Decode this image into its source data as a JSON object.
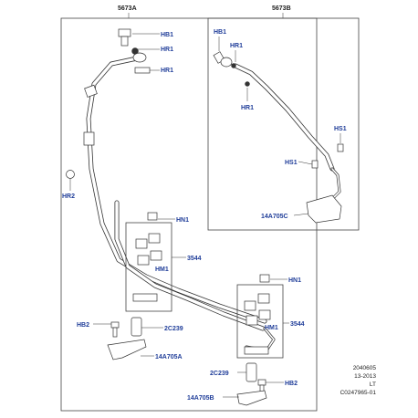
{
  "assemblies": [
    {
      "id": "main",
      "label": "5673A"
    },
    {
      "id": "inset",
      "label": "5673B"
    }
  ],
  "callouts": {
    "main_hb1": "HB1",
    "main_hr1_a": "HR1",
    "main_hr1_b": "HR1",
    "hr2": "HR2",
    "hn1_top": "HN1",
    "part_3544_top": "3544",
    "hm1_top": "HM1",
    "hn1_bottom": "HN1",
    "part_3544_bottom": "3544",
    "hm1_bottom": "HM1",
    "hb2_left": "HB2",
    "c2239_left": "2C239",
    "a14705": "14A705A",
    "c2239_right": "2C239",
    "hb2_right": "HB2",
    "b14705": "14A705B",
    "inset_hb1": "HB1",
    "inset_hr1_a": "HR1",
    "inset_hr1_b": "HR1",
    "hs1_a": "HS1",
    "hs1_b": "HS1",
    "c14705": "14A705C"
  },
  "footer": {
    "code": "2040605",
    "date": "13-2013",
    "region": "LT",
    "illustration_id": "C0247965-01"
  }
}
